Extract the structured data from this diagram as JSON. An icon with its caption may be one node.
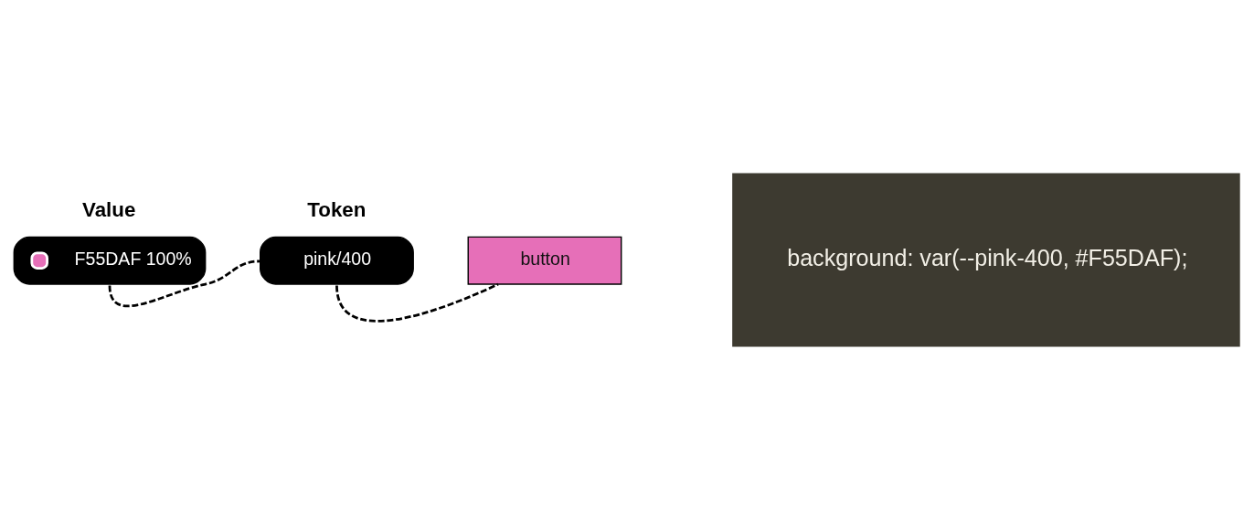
{
  "diagram": {
    "nodes": [
      {
        "text": [
          "Value",
          "F55DAF 100%"
        ]
      },
      {
        "text": [
          "Token",
          "pink/400"
        ]
      },
      {
        "text": [
          "button"
        ]
      }
    ],
    "edges": [
      {
        "from": 0,
        "to": 1,
        "arrow": "none",
        "style": "dashed"
      },
      {
        "from": 1,
        "to": 2,
        "arrow": "none",
        "style": "dashed"
      }
    ],
    "labels": [
      "background: var(--pink-400, #F55DAF);"
    ]
  }
}
